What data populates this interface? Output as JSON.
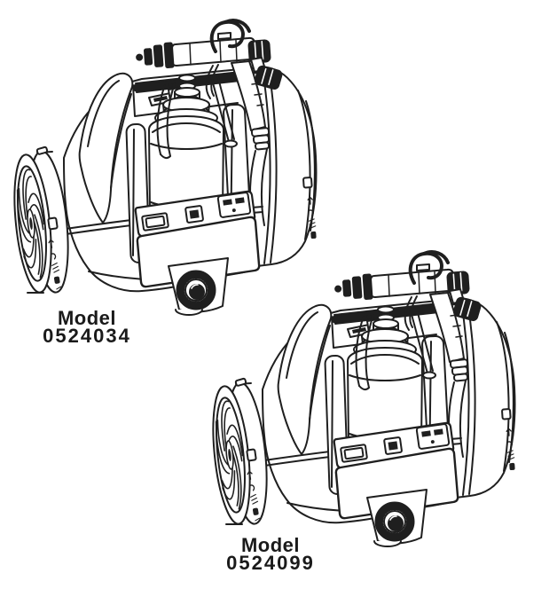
{
  "page": {
    "background_color": "#ffffff",
    "ink_color": "#1f1f1f"
  },
  "figures": [
    {
      "caption": {
        "line1": "Model",
        "line2": "0524034"
      }
    },
    {
      "caption": {
        "line1": "Model",
        "line2": "0524099"
      }
    }
  ]
}
